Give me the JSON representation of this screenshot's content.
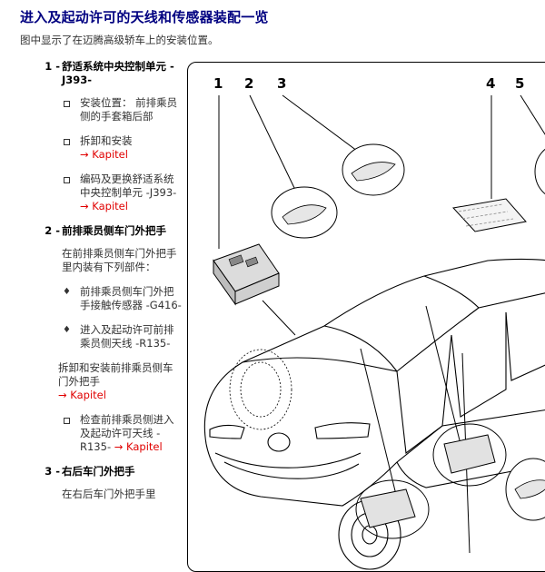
{
  "page": {
    "title": "进入及起动许可的天线和传感器装配一览",
    "intro": "图中显示了在迈腾高级轿车上的安装位置。"
  },
  "items": [
    {
      "number": "1 -",
      "title": "舒适系统中央控制单元 -J393-",
      "bullets": [
        {
          "text": "安装位置： 前排乘员侧的手套箱后部",
          "link": ""
        },
        {
          "text": "拆卸和安装",
          "link": "→ Kapitel"
        },
        {
          "text": "编码及更换舒适系统中央控制单元 -J393-",
          "link": "→ Kapitel"
        }
      ]
    },
    {
      "number": "2 -",
      "title": "前排乘员侧车门外把手",
      "intro": "在前排乘员侧车门外把手里内装有下列部件：",
      "components": [
        "前排乘员侧车门外把手接触传感器 -G416-",
        "进入及起动许可前排乘员侧天线 -R135-"
      ],
      "removal_text": "拆卸和安装前排乘员侧车门外把手",
      "removal_link": "→ Kapitel",
      "check": {
        "text": "检查前排乘员侧进入及起动许可天线 -R135-",
        "link": "→ Kapitel"
      }
    },
    {
      "number": "3 -",
      "title": "右后车门外把手",
      "intro": "在右后车门外把手里"
    }
  ],
  "figure": {
    "labels": [
      "1",
      "2",
      "3",
      "4",
      "5"
    ]
  }
}
